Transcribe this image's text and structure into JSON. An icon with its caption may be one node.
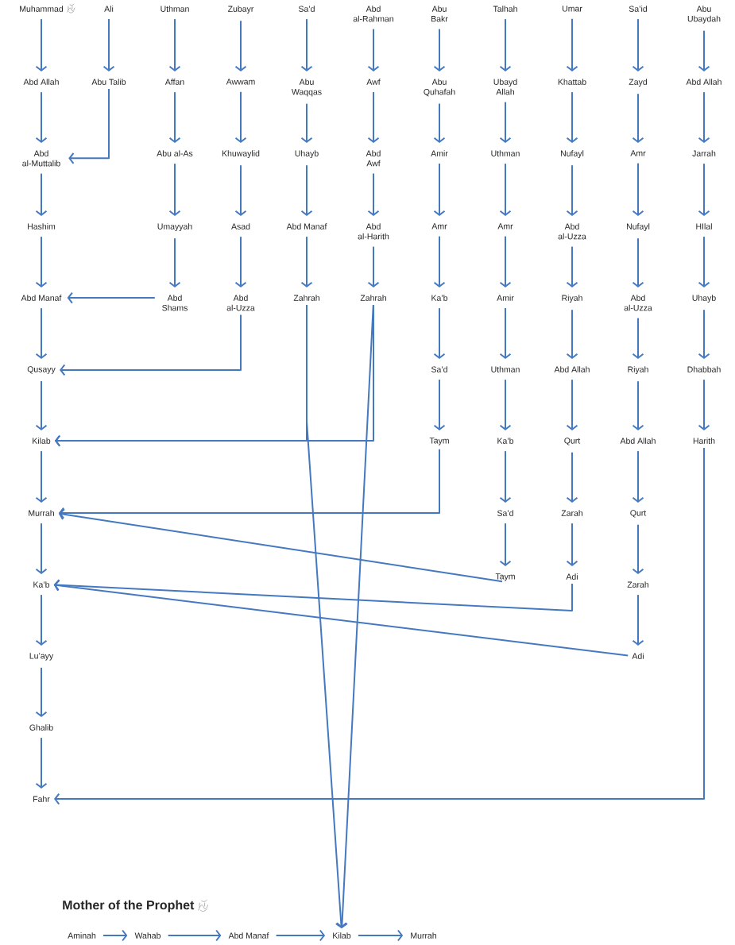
{
  "diagram": {
    "title": "Mother of the Prophet",
    "nodes": [
      {
        "text": [
          "Muhammad"
        ]
      },
      {
        "text": [
          "Abd Allah"
        ]
      },
      {
        "text": [
          "Abd al-Muttalib"
        ]
      },
      {
        "text": [
          "Hashim"
        ]
      },
      {
        "text": [
          "Abd Manaf"
        ]
      },
      {
        "text": [
          "Qusayy"
        ]
      },
      {
        "text": [
          "Kilab"
        ]
      },
      {
        "text": [
          "Murrah"
        ]
      },
      {
        "text": [
          "Ka’b"
        ]
      },
      {
        "text": [
          "Lu’ayy"
        ]
      },
      {
        "text": [
          "Ghalib"
        ]
      },
      {
        "text": [
          "Fahr"
        ]
      },
      {
        "text": [
          "Ali"
        ]
      },
      {
        "text": [
          "Abu Talib"
        ]
      },
      {
        "text": [
          "Uthman"
        ]
      },
      {
        "text": [
          "Affan"
        ]
      },
      {
        "text": [
          "Abu al-As"
        ]
      },
      {
        "text": [
          "Umayyah"
        ]
      },
      {
        "text": [
          "Abd Shams"
        ]
      },
      {
        "text": [
          "Zubayr"
        ]
      },
      {
        "text": [
          "Awwam"
        ]
      },
      {
        "text": [
          "Khuwaylid"
        ]
      },
      {
        "text": [
          "Asad"
        ]
      },
      {
        "text": [
          "Abd al-Uzza"
        ]
      },
      {
        "text": [
          "Sa’d"
        ]
      },
      {
        "text": [
          "Abu Waqqas"
        ]
      },
      {
        "text": [
          "Uhayb"
        ]
      },
      {
        "text": [
          "Abd Manaf"
        ]
      },
      {
        "text": [
          "Zahrah"
        ]
      },
      {
        "text": [
          "Abd al-Rahman"
        ]
      },
      {
        "text": [
          "Awf"
        ]
      },
      {
        "text": [
          "Abd Awf"
        ]
      },
      {
        "text": [
          "Abd al-Harith"
        ]
      },
      {
        "text": [
          "Zahrah"
        ]
      },
      {
        "text": [
          "Abu Bakr"
        ]
      },
      {
        "text": [
          "Abu Quhafah"
        ]
      },
      {
        "text": [
          "Amir"
        ]
      },
      {
        "text": [
          "Amr"
        ]
      },
      {
        "text": [
          "Ka’b"
        ]
      },
      {
        "text": [
          "Sa’d"
        ]
      },
      {
        "text": [
          "Taym"
        ]
      },
      {
        "text": [
          "Talhah"
        ]
      },
      {
        "text": [
          "Ubayd Allah"
        ]
      },
      {
        "text": [
          "Uthman"
        ]
      },
      {
        "text": [
          "Amr"
        ]
      },
      {
        "text": [
          "Amir"
        ]
      },
      {
        "text": [
          "Uthman"
        ]
      },
      {
        "text": [
          "Ka’b"
        ]
      },
      {
        "text": [
          "Sa’d"
        ]
      },
      {
        "text": [
          "Taym"
        ]
      },
      {
        "text": [
          "Umar"
        ]
      },
      {
        "text": [
          "Khattab"
        ]
      },
      {
        "text": [
          "Nufayl"
        ]
      },
      {
        "text": [
          "Abd al-Uzza"
        ]
      },
      {
        "text": [
          "Riyah"
        ]
      },
      {
        "text": [
          "Abd Allah"
        ]
      },
      {
        "text": [
          "Qurt"
        ]
      },
      {
        "text": [
          "Zarah"
        ]
      },
      {
        "text": [
          "Adi"
        ]
      },
      {
        "text": [
          "Sa’id"
        ]
      },
      {
        "text": [
          "Zayd"
        ]
      },
      {
        "text": [
          "Amr"
        ]
      },
      {
        "text": [
          "Nufayl"
        ]
      },
      {
        "text": [
          "Abd al-Uzza"
        ]
      },
      {
        "text": [
          "Riyah"
        ]
      },
      {
        "text": [
          "Abd Allah"
        ]
      },
      {
        "text": [
          "Qurt"
        ]
      },
      {
        "text": [
          "Zarah"
        ]
      },
      {
        "text": [
          "Adi"
        ]
      },
      {
        "text": [
          "Abu Ubaydah"
        ]
      },
      {
        "text": [
          "Abd Allah"
        ]
      },
      {
        "text": [
          "Jarrah"
        ]
      },
      {
        "text": [
          "HIlal"
        ]
      },
      {
        "text": [
          "Uhayb"
        ]
      },
      {
        "text": [
          "Dhabbah"
        ]
      },
      {
        "text": [
          "Harith"
        ]
      },
      {
        "text": [
          "Aminah"
        ]
      },
      {
        "text": [
          "Wahab"
        ]
      },
      {
        "text": [
          "Abd Manaf"
        ]
      },
      {
        "text": [
          "Kilab"
        ]
      },
      {
        "text": [
          "Murrah"
        ]
      }
    ],
    "edges": [
      {
        "from": 0,
        "to": 1,
        "arrow": "to"
      },
      {
        "from": 1,
        "to": 2,
        "arrow": "to"
      },
      {
        "from": 2,
        "to": 3,
        "arrow": "to"
      },
      {
        "from": 3,
        "to": 4,
        "arrow": "to"
      },
      {
        "from": 4,
        "to": 5,
        "arrow": "to"
      },
      {
        "from": 5,
        "to": 6,
        "arrow": "to"
      },
      {
        "from": 6,
        "to": 7,
        "arrow": "to"
      },
      {
        "from": 7,
        "to": 8,
        "arrow": "to"
      },
      {
        "from": 8,
        "to": 9,
        "arrow": "to"
      },
      {
        "from": 9,
        "to": 10,
        "arrow": "to"
      },
      {
        "from": 10,
        "to": 11,
        "arrow": "to"
      },
      {
        "from": 12,
        "to": 13,
        "arrow": "to"
      },
      {
        "from": 14,
        "to": 15,
        "arrow": "to"
      },
      {
        "from": 15,
        "to": 16,
        "arrow": "to"
      },
      {
        "from": 16,
        "to": 17,
        "arrow": "to"
      },
      {
        "from": 17,
        "to": 18,
        "arrow": "to"
      },
      {
        "from": 19,
        "to": 20,
        "arrow": "to"
      },
      {
        "from": 20,
        "to": 21,
        "arrow": "to"
      },
      {
        "from": 21,
        "to": 22,
        "arrow": "to"
      },
      {
        "from": 22,
        "to": 23,
        "arrow": "to"
      },
      {
        "from": 24,
        "to": 25,
        "arrow": "to"
      },
      {
        "from": 25,
        "to": 26,
        "arrow": "to"
      },
      {
        "from": 26,
        "to": 27,
        "arrow": "to"
      },
      {
        "from": 27,
        "to": 28,
        "arrow": "to"
      },
      {
        "from": 29,
        "to": 30,
        "arrow": "to"
      },
      {
        "from": 30,
        "to": 31,
        "arrow": "to"
      },
      {
        "from": 31,
        "to": 32,
        "arrow": "to"
      },
      {
        "from": 32,
        "to": 33,
        "arrow": "to"
      },
      {
        "from": 34,
        "to": 35,
        "arrow": "to"
      },
      {
        "from": 35,
        "to": 36,
        "arrow": "to"
      },
      {
        "from": 36,
        "to": 37,
        "arrow": "to"
      },
      {
        "from": 37,
        "to": 38,
        "arrow": "to"
      },
      {
        "from": 38,
        "to": 39,
        "arrow": "to"
      },
      {
        "from": 39,
        "to": 40,
        "arrow": "to"
      },
      {
        "from": 41,
        "to": 42,
        "arrow": "to"
      },
      {
        "from": 42,
        "to": 43,
        "arrow": "to"
      },
      {
        "from": 43,
        "to": 44,
        "arrow": "to"
      },
      {
        "from": 44,
        "to": 45,
        "arrow": "to"
      },
      {
        "from": 45,
        "to": 46,
        "arrow": "to"
      },
      {
        "from": 46,
        "to": 47,
        "arrow": "to"
      },
      {
        "from": 47,
        "to": 48,
        "arrow": "to"
      },
      {
        "from": 48,
        "to": 49,
        "arrow": "to"
      },
      {
        "from": 50,
        "to": 51,
        "arrow": "to"
      },
      {
        "from": 51,
        "to": 52,
        "arrow": "to"
      },
      {
        "from": 52,
        "to": 53,
        "arrow": "to"
      },
      {
        "from": 53,
        "to": 54,
        "arrow": "to"
      },
      {
        "from": 54,
        "to": 55,
        "arrow": "to"
      },
      {
        "from": 55,
        "to": 56,
        "arrow": "to"
      },
      {
        "from": 56,
        "to": 57,
        "arrow": "to"
      },
      {
        "from": 57,
        "to": 58,
        "arrow": "to"
      },
      {
        "from": 59,
        "to": 60,
        "arrow": "to"
      },
      {
        "from": 60,
        "to": 61,
        "arrow": "to"
      },
      {
        "from": 61,
        "to": 62,
        "arrow": "to"
      },
      {
        "from": 62,
        "to": 63,
        "arrow": "to"
      },
      {
        "from": 63,
        "to": 64,
        "arrow": "to"
      },
      {
        "from": 64,
        "to": 65,
        "arrow": "to"
      },
      {
        "from": 65,
        "to": 66,
        "arrow": "to"
      },
      {
        "from": 66,
        "to": 67,
        "arrow": "to"
      },
      {
        "from": 67,
        "to": 68,
        "arrow": "to"
      },
      {
        "from": 69,
        "to": 70,
        "arrow": "to"
      },
      {
        "from": 70,
        "to": 71,
        "arrow": "to"
      },
      {
        "from": 71,
        "to": 72,
        "arrow": "to"
      },
      {
        "from": 72,
        "to": 73,
        "arrow": "to"
      },
      {
        "from": 73,
        "to": 74,
        "arrow": "to"
      },
      {
        "from": 74,
        "to": 75,
        "arrow": "to"
      },
      {
        "from": 13,
        "to": 2,
        "arrow": "to"
      },
      {
        "from": 18,
        "to": 4,
        "arrow": "to"
      },
      {
        "from": 23,
        "to": 5,
        "arrow": "to"
      },
      {
        "from": 28,
        "to": 6,
        "arrow": "to"
      },
      {
        "from": 33,
        "to": 6,
        "arrow": "to"
      },
      {
        "from": 28,
        "to": 79,
        "arrow": "to"
      },
      {
        "from": 33,
        "to": 79,
        "arrow": "to"
      },
      {
        "from": 40,
        "to": 7,
        "arrow": "to"
      },
      {
        "from": 49,
        "to": 7,
        "arrow": "to"
      },
      {
        "from": 58,
        "to": 8,
        "arrow": "to"
      },
      {
        "from": 68,
        "to": 8,
        "arrow": "to"
      },
      {
        "from": 75,
        "to": 11,
        "arrow": "to"
      },
      {
        "from": 76,
        "to": 77,
        "arrow": "to"
      },
      {
        "from": 77,
        "to": 78,
        "arrow": "to"
      },
      {
        "from": 78,
        "to": 79,
        "arrow": "to"
      },
      {
        "from": 79,
        "to": 80,
        "arrow": "to"
      }
    ]
  }
}
